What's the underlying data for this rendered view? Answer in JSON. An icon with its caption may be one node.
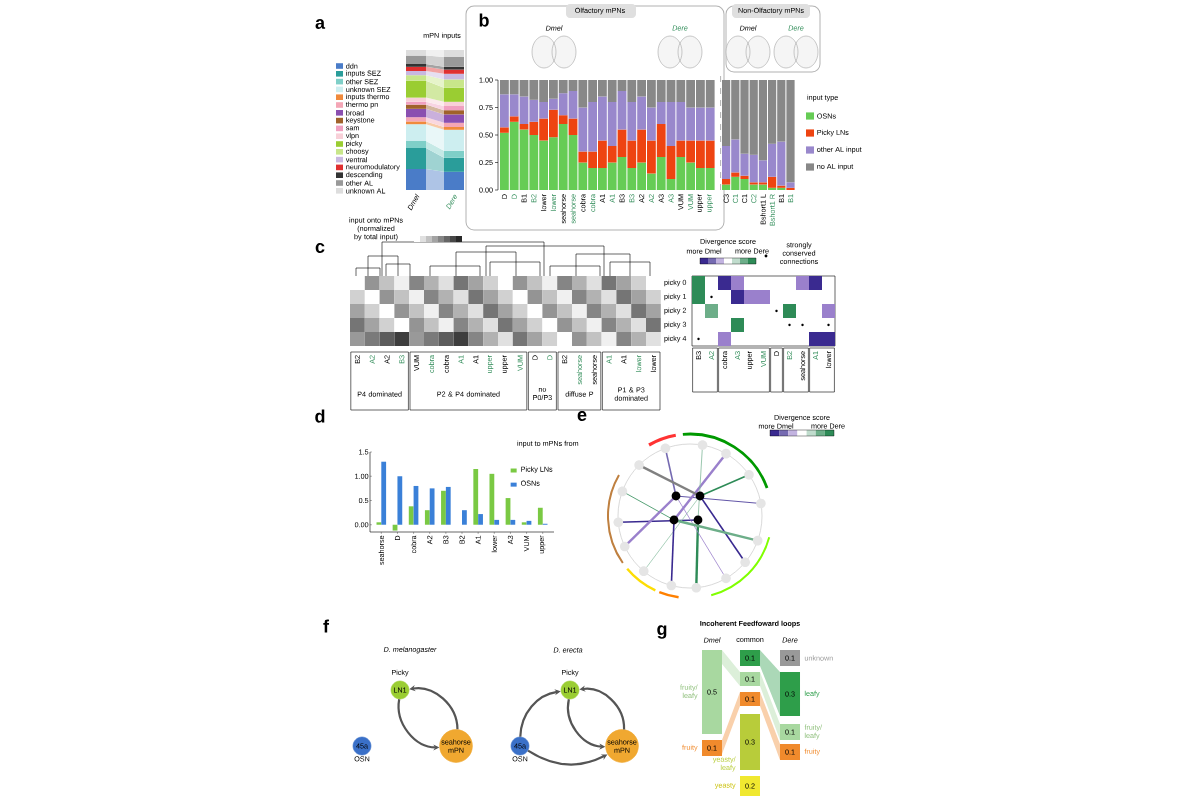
{
  "diagram": {
    "title": "Incoherent Feedfoward loops",
    "nodes": [
      {
        "text": [
          "Picky",
          "LN1"
        ]
      },
      {
        "text": [
          "seahorse mPN"
        ]
      },
      {
        "text": [
          "45a",
          "OSN"
        ]
      },
      {
        "text": [
          "Picky",
          "LN1"
        ]
      },
      {
        "text": [
          "seahorse mPN"
        ]
      },
      {
        "text": [
          "45a",
          "OSN"
        ]
      },
      {
        "text": [
          "0.5"
        ],
        "beside": [
          "fruity/ leafy"
        ]
      },
      {
        "text": [
          "0.1"
        ],
        "beside": [
          "fruity"
        ]
      },
      {
        "text": [
          "0.1"
        ]
      },
      {
        "text": [
          "0.1"
        ]
      },
      {
        "text": [
          "0.1"
        ]
      },
      {
        "text": [
          "0.3"
        ],
        "beside": [
          "yeasty/ leafy"
        ]
      },
      {
        "text": [
          "0.2"
        ],
        "beside": [
          "yeasty"
        ]
      },
      {
        "text": [
          "0.1"
        ],
        "beside": [
          "unknown"
        ]
      },
      {
        "text": [
          "0.3"
        ],
        "beside": [
          "leafy"
        ]
      },
      {
        "text": [
          "0.1"
        ],
        "beside": [
          "fruity/ leafy"
        ]
      },
      {
        "text": [
          "0.1"
        ],
        "beside": [
          "fruity"
        ]
      }
    ],
    "edges": [
      {
        "from": 1,
        "to": 0,
        "arrow": "to"
      },
      {
        "from": 0,
        "to": 1,
        "arrow": "to"
      },
      {
        "from": 5,
        "to": 3,
        "arrow": "to"
      },
      {
        "from": 5,
        "to": 4,
        "arrow": "to"
      },
      {
        "from": 4,
        "to": 3,
        "arrow": "to"
      },
      {
        "from": 3,
        "to": 4,
        "arrow": "to"
      }
    ],
    "labels": [
      "a",
      "mPN inputs",
      "Dmel",
      "Dere",
      "b",
      "Olfactory mPNs",
      "Non-Olfactory mPNs",
      "Dmel",
      "Dere",
      "Dmel",
      "Dere",
      "1.00",
      "0.75",
      "0.50",
      "0.25",
      "0.00",
      "D",
      "D",
      "B1",
      "B2",
      "lower",
      "lower",
      "seahorse",
      "seahorse",
      "cobra",
      "cobra",
      "A1",
      "A1",
      "B3",
      "B3",
      "A2",
      "A2",
      "A3",
      "A3",
      "VUM",
      "VUM",
      "upper",
      "upper",
      "C3",
      "C1",
      "C1",
      "C2",
      "Bshort1 L",
      "Bshort1 R",
      "B1",
      "B1",
      "input type",
      "c",
      "input onto mPNs (normalized by total input)",
      "B2",
      "A2",
      "A2",
      "B3",
      "VUM",
      "cobra",
      "cobra",
      "A1",
      "A1",
      "upper",
      "upper",
      "VUM",
      "D",
      "D",
      "B2",
      "seahorse",
      "seahorse",
      "A1",
      "A1",
      "lower",
      "lower",
      "picky 0",
      "picky 1",
      "picky 2",
      "picky 3",
      "picky 4",
      "P4 dominated",
      "P2 & P4 dominated",
      "no P0/P3",
      "diffuse P",
      "P1 & P3 dominated",
      "Divergence score",
      "more Dmel",
      "more Dere",
      "strongly conserved connections",
      "B3",
      "A2",
      "cobra",
      "A3",
      "upper",
      "VUM",
      "D",
      "B2",
      "seahorse",
      "A1",
      "lower",
      "d",
      "input to mPNs from",
      "e",
      "Divergence score",
      "more Dmel",
      "more Dere",
      "f",
      "D. melanogaster",
      "D. erecta",
      "g",
      "Dmel",
      "common",
      "Dere"
    ],
    "legend": [
      {
        "text": "ddn",
        "color": "#4a7cc8"
      },
      {
        "text": "inputs SEZ",
        "color": "#2a9d9a"
      },
      {
        "text": "other SEZ",
        "color": "#7fcfc8"
      },
      {
        "text": "unknown SEZ",
        "color": "#cdeef0"
      },
      {
        "text": "inputs thermo",
        "color": "#f08a3c"
      },
      {
        "text": "thermo pn",
        "color": "#f4a6b6"
      },
      {
        "text": "broad",
        "color": "#8a4fb0"
      },
      {
        "text": "keystone",
        "color": "#a0622a"
      },
      {
        "text": "sam",
        "color": "#f0a0c0"
      },
      {
        "text": "vlpn",
        "color": "#f8d0d8"
      },
      {
        "text": "picky",
        "color": "#9acd32"
      },
      {
        "text": "choosy",
        "color": "#c8e68a"
      },
      {
        "text": "ventral",
        "color": "#c8b8e0"
      },
      {
        "text": "neuromodulatory",
        "color": "#e03030"
      },
      {
        "text": "descending",
        "color": "#333333"
      },
      {
        "text": "other AL",
        "color": "#999999"
      },
      {
        "text": "unknown AL",
        "color": "#dddddd"
      },
      {
        "text": "OSNs",
        "color": "#66cc55"
      },
      {
        "text": "Picky LNs",
        "color": "#ee4411"
      },
      {
        "text": "other AL input",
        "color": "#9988cc"
      },
      {
        "text": "no AL input",
        "color": "#888888"
      }
    ],
    "chart_data": {
      "type": "bar",
      "legend": "upper right",
      "categories": [
        "seahorse",
        "D",
        "cobra",
        "A2",
        "B3",
        "B2",
        "A1",
        "lower",
        "A3",
        "VUM",
        "upper"
      ],
      "series": [
        {
          "name": "Picky LNs",
          "color": "#7ac943",
          "values": [
            0.05,
            -0.12,
            0.38,
            0.3,
            0.7,
            0.0,
            1.15,
            1.05,
            0.55,
            0.05,
            0.35
          ]
        },
        {
          "name": "OSNs",
          "color": "#3a80d8",
          "values": [
            1.3,
            1.0,
            0.8,
            0.75,
            0.78,
            0.3,
            0.22,
            0.1,
            0.1,
            0.08,
            0.02
          ]
        }
      ],
      "ylim": [
        -0.15,
        1.5
      ],
      "yticks": [
        {
          "value": 0,
          "label": "0.00"
        },
        {
          "value": 0.5,
          "label": "0.5"
        },
        {
          "value": 1,
          "label": "1.00"
        },
        {
          "value": 1.5,
          "label": "1.5"
        }
      ]
    }
  }
}
